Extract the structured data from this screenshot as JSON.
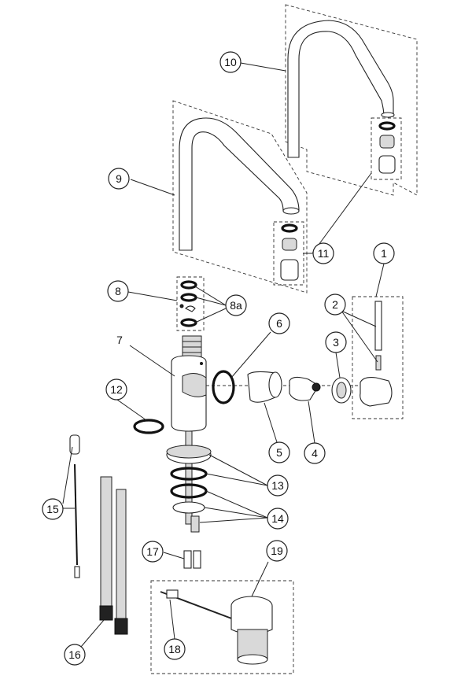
{
  "callouts": {
    "c1": "1",
    "c2": "2",
    "c3": "3",
    "c4": "4",
    "c5": "5",
    "c6": "6",
    "c7": "7",
    "c8": "8",
    "c8a": "8a",
    "c9": "9",
    "c10": "10",
    "c11": "11",
    "c12": "12",
    "c13": "13",
    "c14": "14",
    "c15": "15",
    "c16": "16",
    "c17": "17",
    "c18": "18",
    "c19": "19"
  }
}
